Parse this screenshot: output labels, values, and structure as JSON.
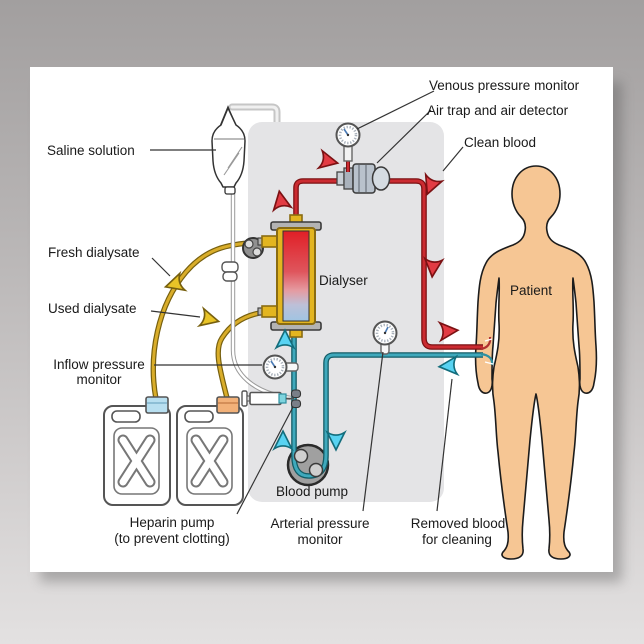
{
  "poster": {
    "title_context": "Hemodialysis circuit schematic",
    "labels": {
      "saline": "Saline solution",
      "fresh_dialysate": "Fresh dialysate",
      "used_dialysate": "Used dialysate",
      "inflow_line1": "Inflow pressure",
      "inflow_line2": "monitor",
      "heparin_line1": "Heparin pump",
      "heparin_line2": "(to prevent clotting)",
      "venous": "Venous pressure monitor",
      "air_trap": "Air trap and air detector",
      "clean_blood": "Clean blood",
      "dialyser": "Dialyser",
      "patient": "Patient",
      "blood_pump": "Blood pump",
      "arterial_line1": "Arterial pressure",
      "arterial_line2": "monitor",
      "removed_line1": "Removed blood",
      "removed_line2": "for cleaning"
    },
    "colors": {
      "blood_line_red": "#cb2b31",
      "return_line_teal": "#3fa9bc",
      "dialysate_yellow": "#d9ad2a",
      "arrow_red": "#e23b43",
      "arrow_cyan": "#58d3f2",
      "arrow_yellow": "#e9c427",
      "machine_panel": "#e4e4e6",
      "patient_skin": "#f6c694",
      "fresh_jug_cap": "#b8dff0",
      "used_jug_cap": "#f2b179"
    }
  }
}
